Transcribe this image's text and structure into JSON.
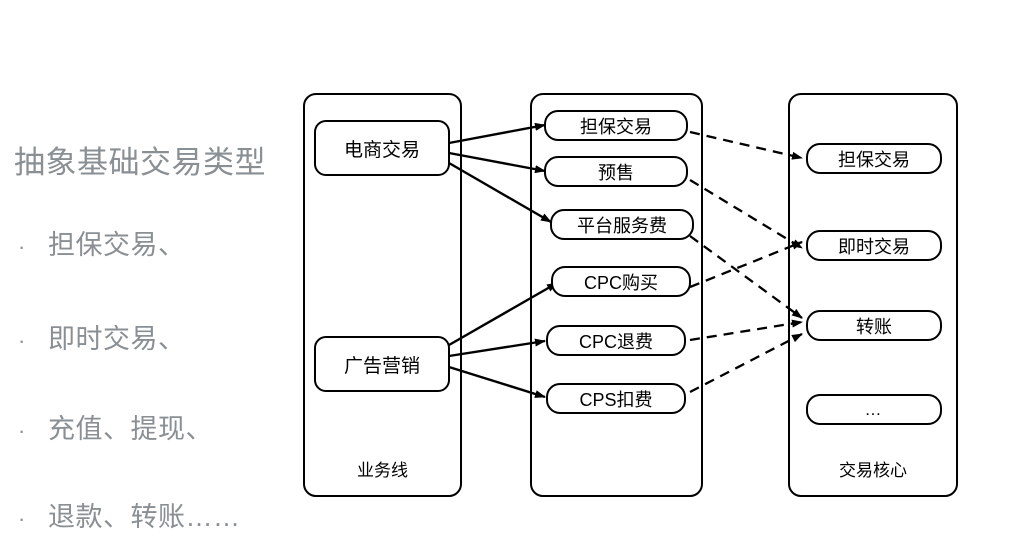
{
  "left_panel": {
    "title": "抽象基础交易类型",
    "bullets": [
      {
        "marker": "·",
        "text": "担保交易、"
      },
      {
        "marker": "·",
        "text": "即时交易、"
      },
      {
        "marker": "·",
        "text": "充值、提现、"
      },
      {
        "marker": "·",
        "text": "退款、转账……"
      }
    ]
  },
  "diagram": {
    "groups": [
      {
        "id": "business-line",
        "label": "业务线"
      },
      {
        "id": "middle-column",
        "label": ""
      },
      {
        "id": "trade-core",
        "label": "交易核心"
      }
    ],
    "business_nodes": [
      {
        "id": "ecommerce-trade",
        "label": "电商交易"
      },
      {
        "id": "ad-marketing",
        "label": "广告营销"
      }
    ],
    "middle_nodes": [
      {
        "id": "guarantee-trade",
        "label": "担保交易"
      },
      {
        "id": "presale",
        "label": "预售"
      },
      {
        "id": "platform-service-fee",
        "label": "平台服务费"
      },
      {
        "id": "cpc-purchase",
        "label": "CPC购买"
      },
      {
        "id": "cpc-refund",
        "label": "CPC退费"
      },
      {
        "id": "cps-deduction",
        "label": "CPS扣费"
      }
    ],
    "core_nodes": [
      {
        "id": "core-guarantee-trade",
        "label": "担保交易"
      },
      {
        "id": "core-instant-trade",
        "label": "即时交易"
      },
      {
        "id": "core-transfer",
        "label": "转账"
      },
      {
        "id": "core-more",
        "label": "…"
      }
    ],
    "solid_edges": [
      {
        "from": "电商交易",
        "to": "担保交易"
      },
      {
        "from": "电商交易",
        "to": "预售"
      },
      {
        "from": "电商交易",
        "to": "平台服务费"
      },
      {
        "from": "广告营销",
        "to": "CPC购买"
      },
      {
        "from": "广告营销",
        "to": "CPC退费"
      },
      {
        "from": "广告营销",
        "to": "CPS扣费"
      }
    ],
    "dashed_edges": [
      {
        "from": "担保交易",
        "to": "担保交易"
      },
      {
        "from": "预售",
        "to": "即时交易"
      },
      {
        "from": "平台服务费",
        "to": "转账"
      },
      {
        "from": "CPC购买",
        "to": "即时交易"
      },
      {
        "from": "CPC退费",
        "to": "转账"
      },
      {
        "from": "CPS扣费",
        "to": "转账"
      }
    ]
  },
  "colors": {
    "text_gray": "#8a8f94",
    "stroke_black": "#000000",
    "background": "#ffffff"
  }
}
